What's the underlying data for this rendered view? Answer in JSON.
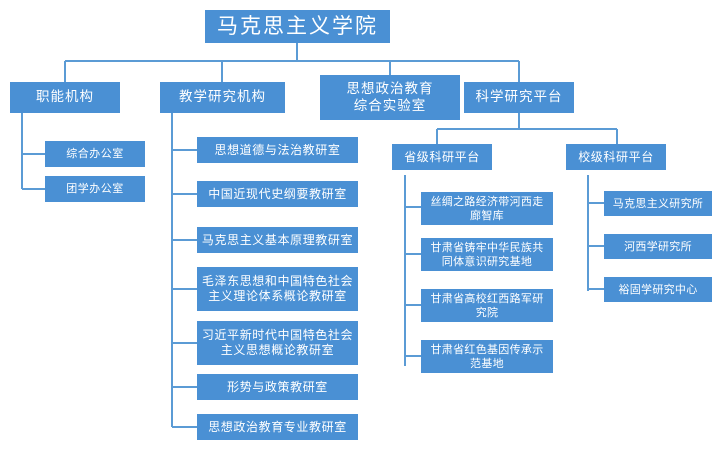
{
  "diagram": {
    "title": "马克思主义学院",
    "type": "organizational-chart",
    "theme": {
      "box_fill": "#4a90d4",
      "box_text": "#ffffff",
      "connector": "#5b9bd5",
      "background": "#ffffff"
    },
    "root": {
      "label": "马克思主义学院"
    },
    "level2": [
      {
        "label": "职能机构"
      },
      {
        "label": "教学研究机构"
      },
      {
        "label": "思想政治教育\n综合实验室"
      },
      {
        "label": "科学研究平台"
      }
    ],
    "functional_children": [
      {
        "label": "综合办公室"
      },
      {
        "label": "团学办公室"
      }
    ],
    "teaching_children": [
      {
        "label": "思想道德与法治教研室"
      },
      {
        "label": "中国近现代史纲要教研室"
      },
      {
        "label": "马克思主义基本原理教研室"
      },
      {
        "label": "毛泽东思想和中国特色社会主义理论体系概论教研室"
      },
      {
        "label": "习近平新时代中国特色社会主义思想概论教研室"
      },
      {
        "label": "形势与政策教研室"
      },
      {
        "label": "思想政治教育专业教研室"
      }
    ],
    "platform_level3": [
      {
        "label": "省级科研平台"
      },
      {
        "label": "校级科研平台"
      }
    ],
    "provincial_children": [
      {
        "label": "丝绸之路经济带河西走廊智库"
      },
      {
        "label": "甘肃省铸牢中华民族共同体意识研究基地"
      },
      {
        "label": "甘肃省高校红西路军研究院"
      },
      {
        "label": "甘肃省红色基因传承示范基地"
      }
    ],
    "school_children": [
      {
        "label": "马克思主义研究所"
      },
      {
        "label": "河西学研究所"
      },
      {
        "label": "裕固学研究中心"
      }
    ]
  }
}
